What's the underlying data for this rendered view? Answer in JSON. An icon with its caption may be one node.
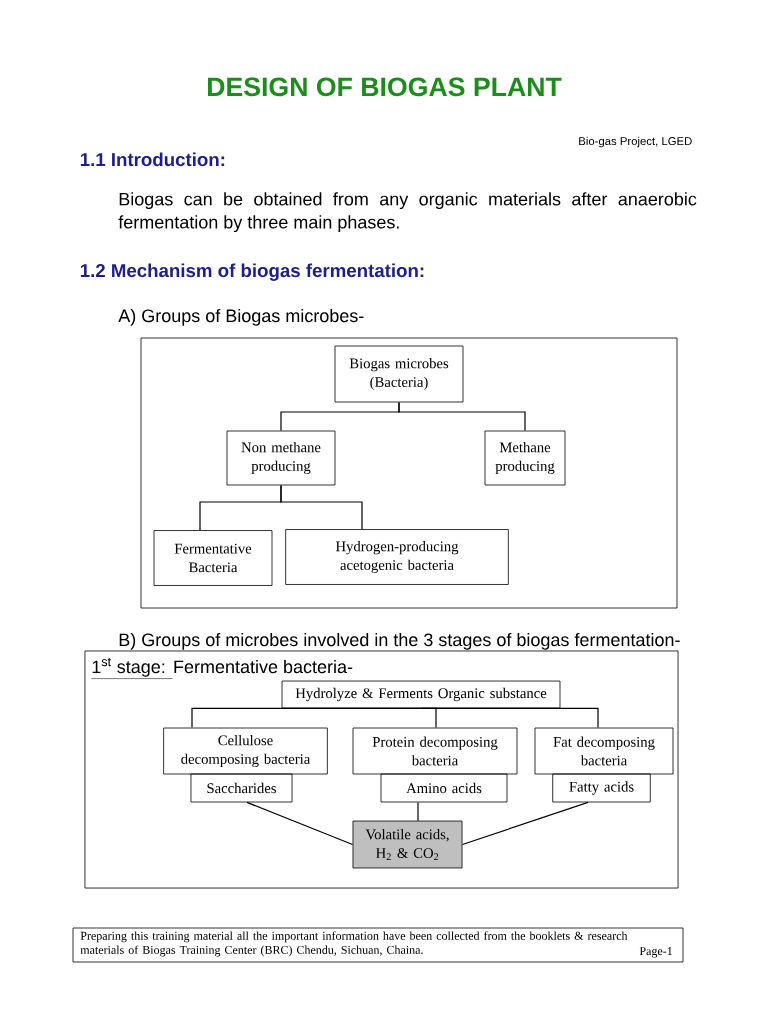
{
  "diagram": {
    "title": "DESIGN OF BIOGAS  PLANT",
    "nodes": [
      {
        "text": [],
        "shape": "box"
      },
      {
        "text": [
          "Biogas microbes (Bacteria)"
        ],
        "in": 0
      },
      {
        "text": [
          "Non methane producing"
        ],
        "in": 0
      },
      {
        "text": [
          "Methane producing"
        ],
        "in": 0
      },
      {
        "text": [
          "Fermentative Bacteria"
        ],
        "in": 0
      },
      {
        "text": [
          "Hydrogen-producing acetogenic bacteria"
        ],
        "in": 0
      },
      {
        "text": [
          "1$^{st}$ stage: ",
          "Fermentative bacteria-"
        ]
      },
      {
        "text": [
          "Hydrolyze & Ferments Organic substance"
        ],
        "in": 6
      },
      {
        "text": [
          "Cellulose decomposing bacteria"
        ],
        "in": 6
      },
      {
        "text": [
          "Protein decomposing bacteria"
        ],
        "in": 6
      },
      {
        "text": [
          "Fat decomposing bacteria"
        ],
        "in": 6
      },
      {
        "text": [
          "Saccharides"
        ],
        "in": 6
      },
      {
        "text": [
          "Amino acids"
        ],
        "in": 6
      },
      {
        "text": [
          "Fatty acids"
        ],
        "in": 6
      },
      {
        "text": [
          "Volatile acids, H$_{2}$ & CO$_{2}$"
        ],
        "in": 6
      },
      {
        "text": [
          "Preparing this training material all the important information have been collected from the booklets & research materials of Biogas Training Center (BRC) Chendu, Sichuan, Chaina.",
          "Page-1"
        ]
      }
    ],
    "edges": [
      {
        "from": 1,
        "to": 2,
        "arrow": "none"
      },
      {
        "from": 1,
        "to": 3,
        "arrow": "none"
      },
      {
        "from": 2,
        "to": 4,
        "arrow": "none"
      },
      {
        "from": 2,
        "to": 5,
        "arrow": "none"
      },
      {
        "from": 7,
        "to": 8,
        "arrow": "none"
      },
      {
        "from": 7,
        "to": 9,
        "arrow": "none"
      },
      {
        "from": 7,
        "to": 10,
        "arrow": "none"
      },
      {
        "from": 11,
        "to": 14,
        "arrow": "none"
      },
      {
        "from": 12,
        "to": 14,
        "arrow": "none"
      },
      {
        "from": 13,
        "to": 14,
        "arrow": "none"
      }
    ],
    "labels": [
      "Bio-gas Project, LGED",
      "1.1 Introduction:",
      "Biogas can be obtained from any organic materials after anaerobic fermentation by three main phases.",
      "1.2 Mechanism of biogas fermentation:",
      "A) Groups of Biogas microbes-",
      "B) Groups of microbes involved in the 3 stages of biogas fermentation-"
    ]
  }
}
